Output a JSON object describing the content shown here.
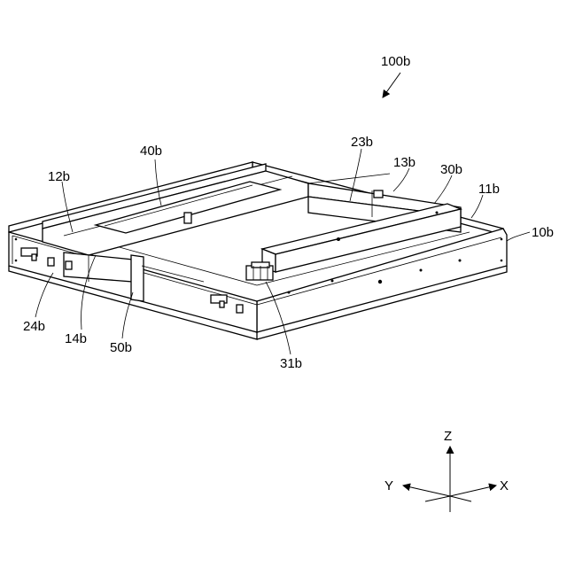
{
  "figure": {
    "assembly_label": "100b",
    "labels": {
      "l40b": "40b",
      "l23b": "23b",
      "l13b": "13b",
      "l30b": "30b",
      "l12b": "12b",
      "l11b": "11b",
      "l10b": "10b",
      "l24b": "24b",
      "l14b": "14b",
      "l50b": "50b",
      "l31b": "31b"
    }
  },
  "axes": {
    "z": "Z",
    "y": "Y",
    "x": "X"
  }
}
